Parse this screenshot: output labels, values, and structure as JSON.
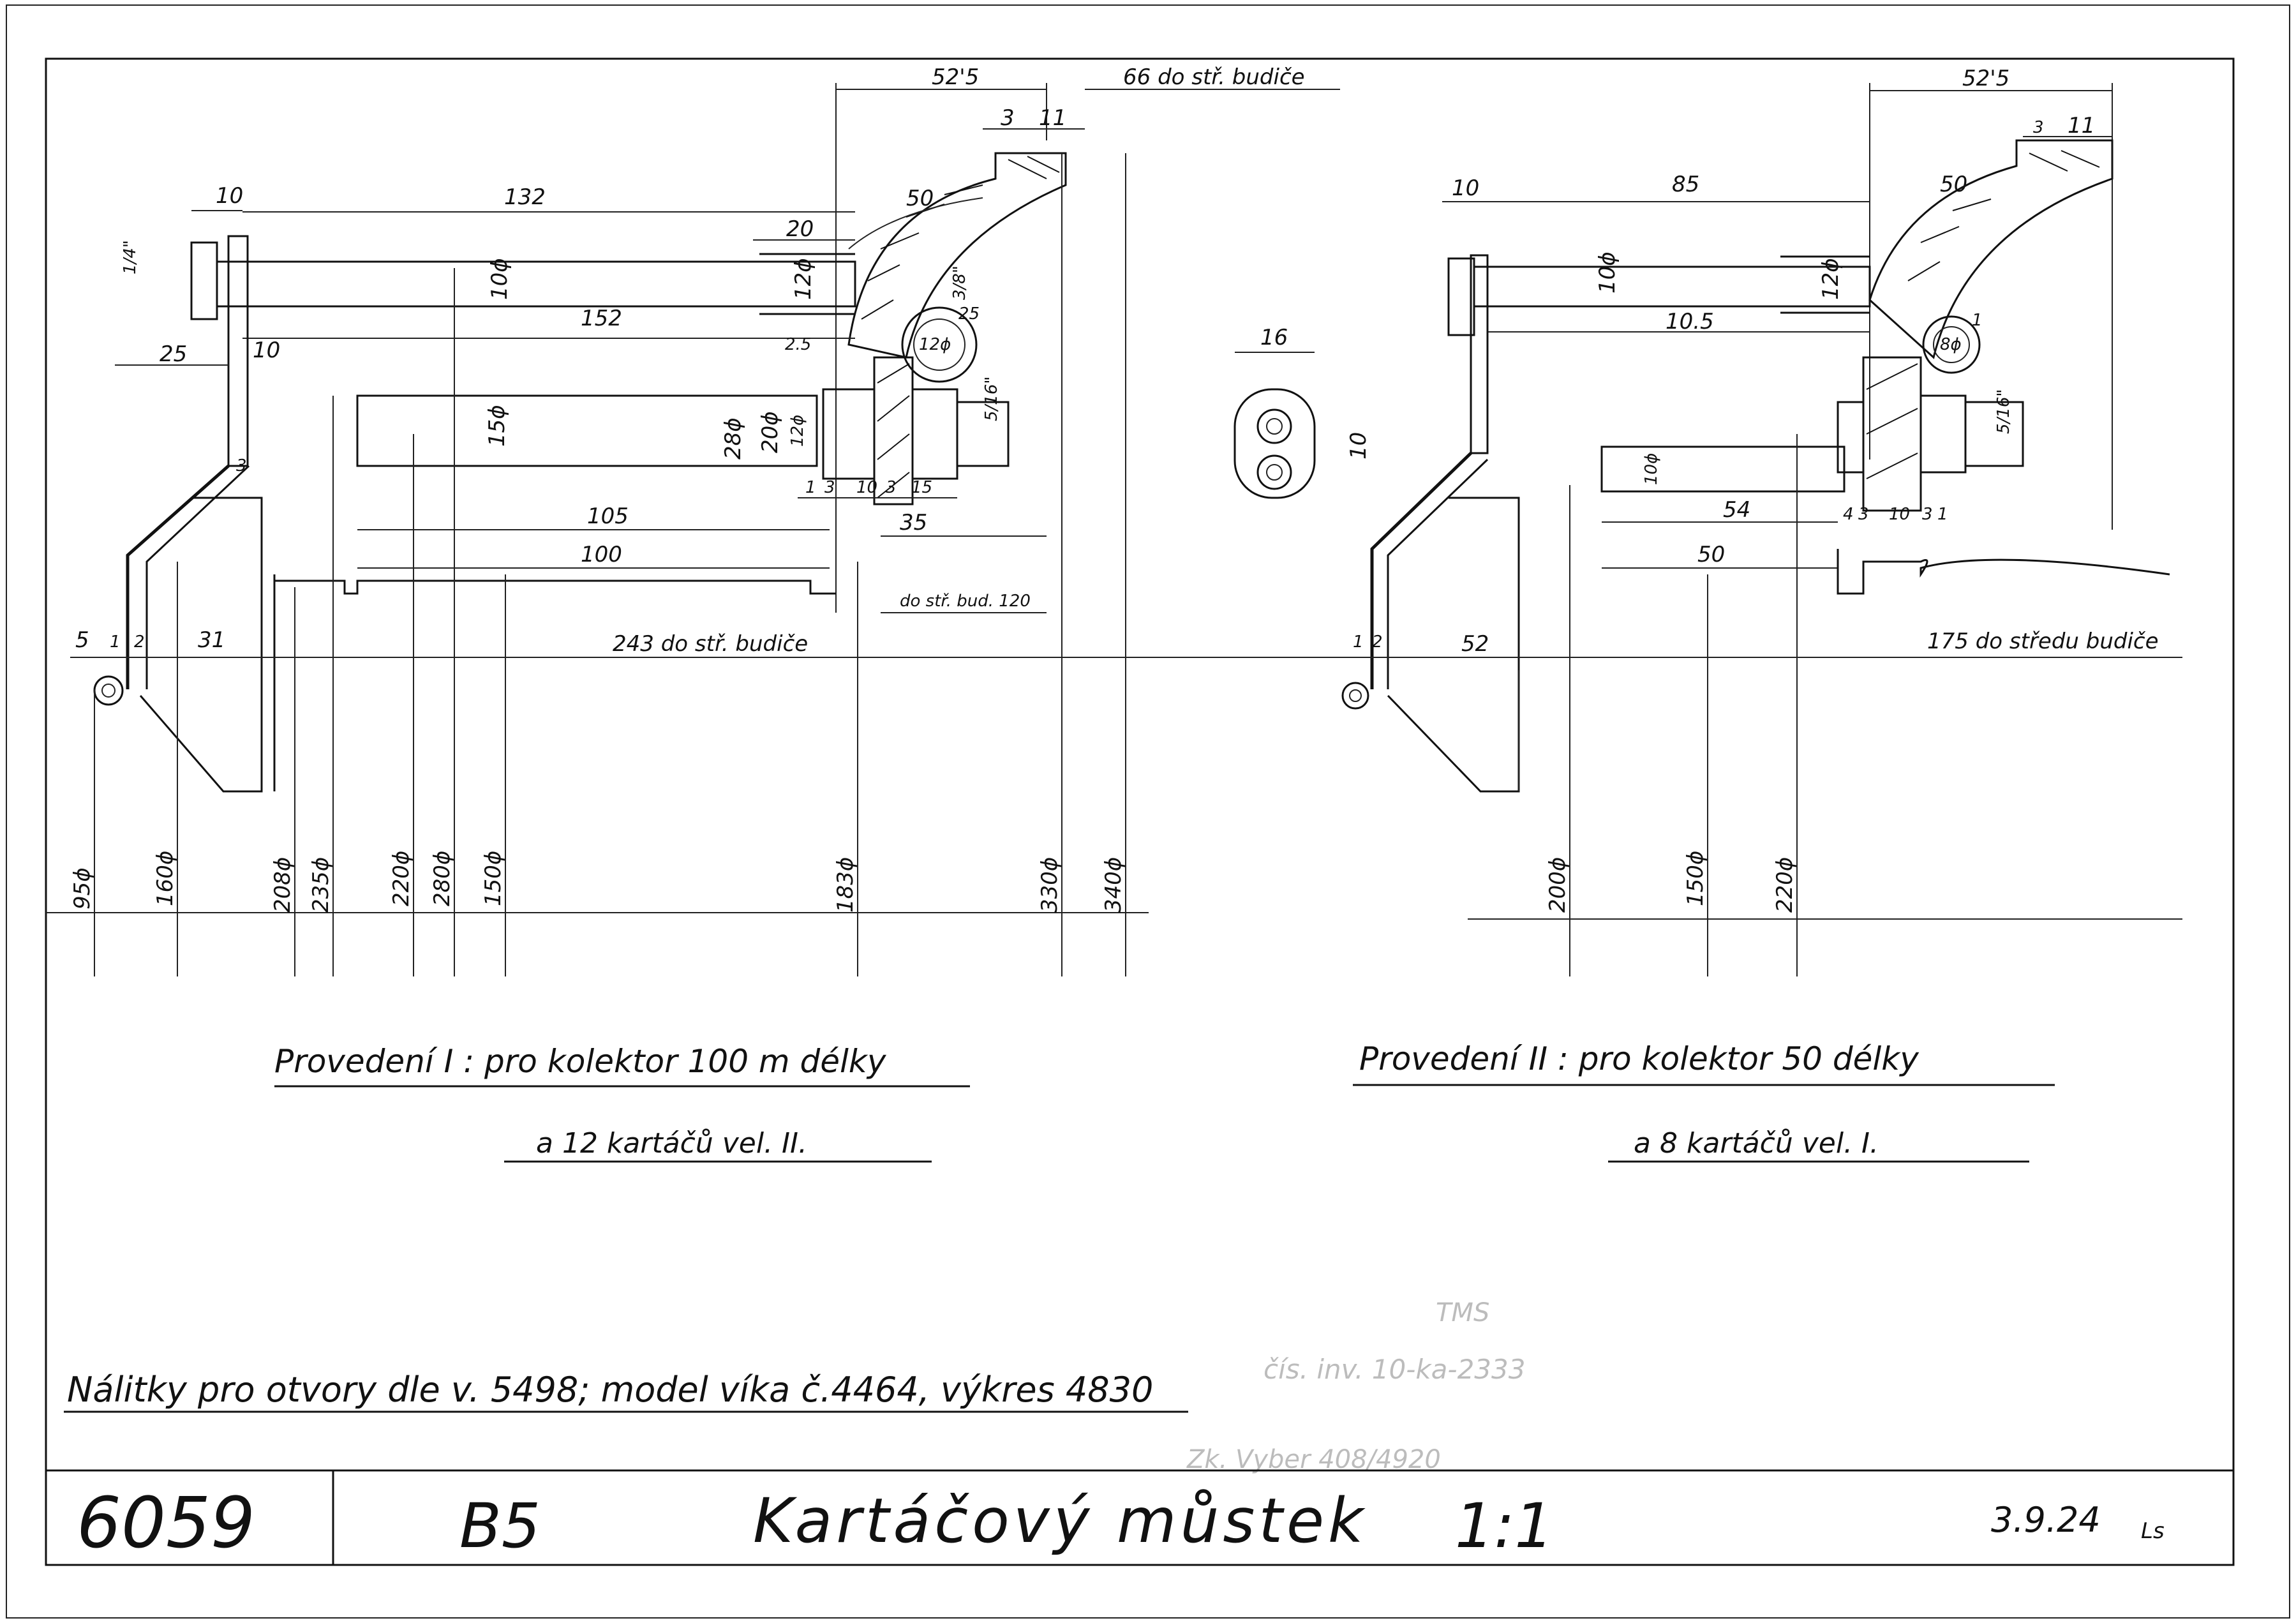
{
  "title_block": {
    "drawing_number": "6059",
    "format": "B5",
    "title": "Kartáčový můstek",
    "scale": "1:1",
    "date": "3.9.24",
    "signature": "Ls"
  },
  "notes": {
    "castings": "Nálitky pro otvory dle v. 5498; model víka č.4464, výkres 4830"
  },
  "variant_1": {
    "caption_line1": "Provedení I : pro kolektor 100 m délky",
    "caption_line2": "a 12 kartáčů vel. II.",
    "dims": {
      "d52_5": "52'5",
      "d66": "66 do stř. budiče",
      "d3": "3",
      "d11": "11",
      "d10_top": "10",
      "d132": "132",
      "d50": "50",
      "d20": "20",
      "d1_4": "1/4\"",
      "d10phi": "10ϕ",
      "d12phi": "12ϕ",
      "d3_8": "3/8\"",
      "d152": "152",
      "d25": "25",
      "d10_b": "10",
      "d2_5": "2.5",
      "d15phi": "15ϕ",
      "d28phi": "28ϕ",
      "d20phi": "20ϕ",
      "d12phi_b": "12ϕ",
      "d5_16": "5/16\"",
      "d1": "1",
      "d3_b": "3",
      "d10_c": "10",
      "d3_c": "3",
      "d15": "15",
      "d105": "105",
      "d35": "35",
      "d100": "100",
      "dostr": "do stř. bud. 120",
      "d5": "5",
      "d1_b": "1",
      "d2": "2",
      "d31": "31",
      "d243": "243 do stř. budiče",
      "d3_lower": "3",
      "d12phi_ring": "12ϕ",
      "d25_ring": "25"
    },
    "diameters": [
      "95ϕ",
      "160ϕ",
      "208ϕ",
      "235ϕ",
      "220ϕ",
      "280ϕ",
      "150ϕ",
      "183ϕ",
      "330ϕ",
      "340ϕ"
    ]
  },
  "variant_2": {
    "caption_line1": "Provedení II : pro kolektor 50 délky",
    "caption_line2": "a 8 kartáčů vel. I.",
    "dims": {
      "d52_5": "52'5",
      "d3": "3",
      "d11": "11",
      "d10_top": "10",
      "d85": "85",
      "d50": "50",
      "d10phi": "10ϕ",
      "d12phi": "12ϕ",
      "d105": "10.5",
      "d1": "1",
      "d10": "10",
      "d10phi_b": "10ϕ",
      "d5_16": "5/16\"",
      "d54": "54",
      "d4": "4",
      "d3_b": "3",
      "d10_c": "10",
      "d3_c": "3",
      "d1_b": "1",
      "d50_b": "50",
      "d1_c": "1",
      "d2": "2",
      "d52": "52",
      "d175": "175 do středu budiče",
      "d8phi": "8ϕ"
    },
    "diameters": [
      "200ϕ",
      "150ϕ",
      "220ϕ"
    ]
  },
  "detail": {
    "d16": "16"
  },
  "stamp": {
    "line1": "TMS",
    "line2": "čís. inv. 10-ka-2333",
    "line3": "Zk. Vyber 408/4920"
  }
}
